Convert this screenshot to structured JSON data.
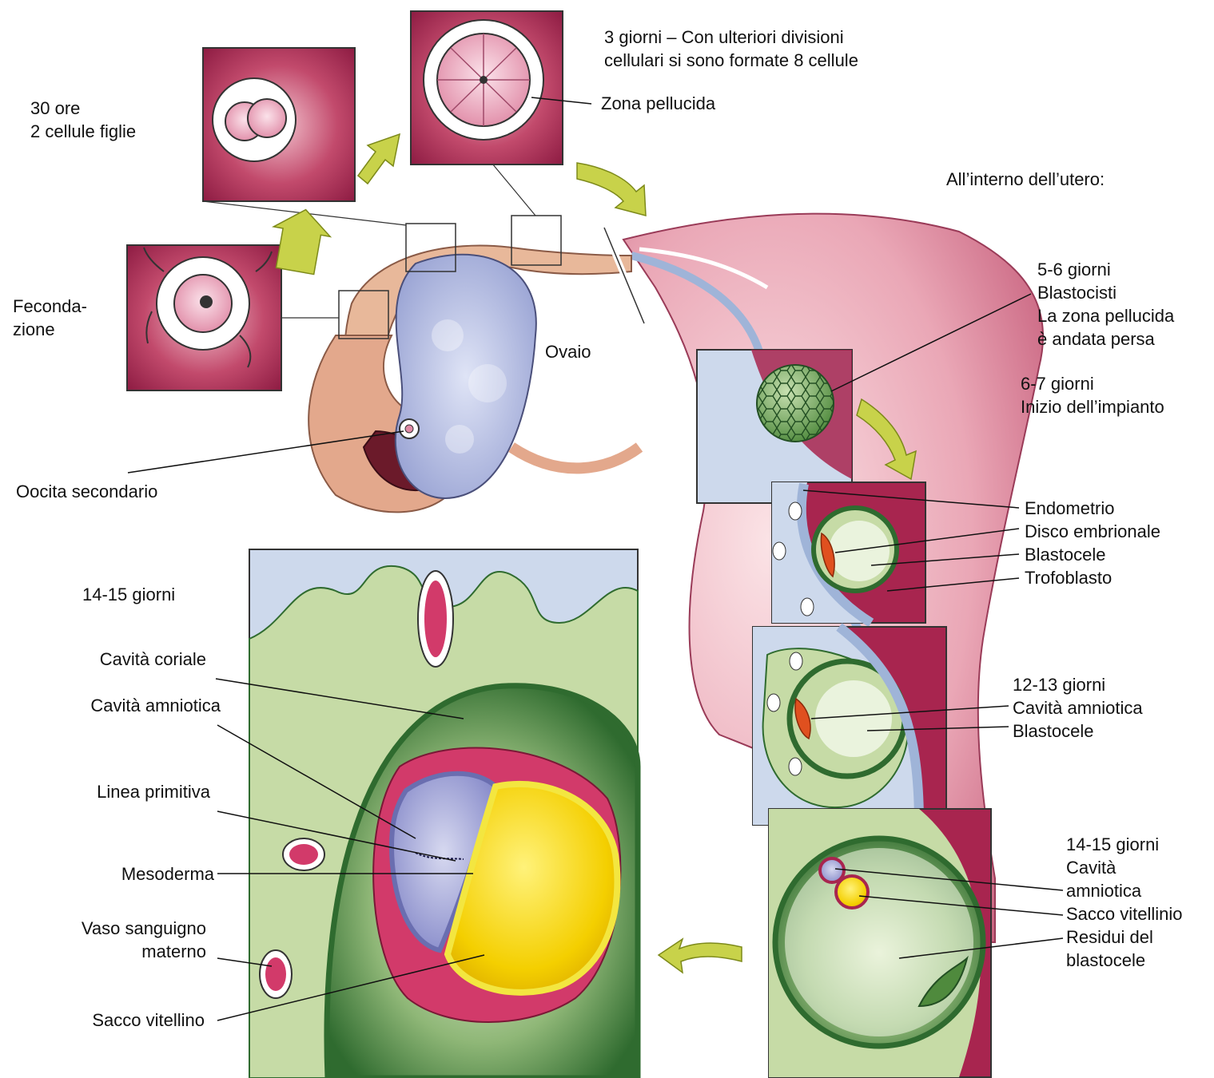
{
  "labels": {
    "ore30": [
      "30 ore",
      "2 cellule figlie"
    ],
    "fecondazione": [
      "Feconda-",
      "zione"
    ],
    "oocita": [
      "Oocita secondario"
    ],
    "giorni3": [
      "3 giorni – Con ulteriori divisioni",
      "cellulari si sono formate 8 cellule"
    ],
    "zona_pellucida": [
      "Zona pellucida"
    ],
    "ovaio": [
      "Ovaio"
    ],
    "utero": [
      "All’interno dell’utero:"
    ],
    "giorni56": [
      "5-6 giorni",
      "Blastocisti",
      "La zona pellucida",
      "è andata persa"
    ],
    "giorni67": [
      "6-7 giorni",
      "Inizio dell’impianto"
    ],
    "endometrio": [
      "Endometrio"
    ],
    "disco": [
      "Disco embrionale"
    ],
    "blastocele1": [
      "Blastocele"
    ],
    "trofoblasto": [
      "Trofoblasto"
    ],
    "giorni1213": [
      "12-13 giorni",
      "Cavità amniotica"
    ],
    "blastocele2": [
      "Blastocele"
    ],
    "giorni1415r": [
      "14-15 giorni",
      "Cavità",
      "amniotica",
      "Sacco vitellinio",
      "Residui del",
      "blastocele"
    ],
    "giorni1415l": [
      "14-15 giorni"
    ],
    "cav_coriale": [
      "Cavità coriale"
    ],
    "cav_amniotica": [
      "Cavità amniotica"
    ],
    "linea": [
      "Linea primitiva"
    ],
    "mesoderma": [
      "Mesoderma"
    ],
    "vaso": [
      "Vaso sanguigno",
      "materno"
    ],
    "sacco": [
      "Sacco vitellino"
    ]
  },
  "colors": {
    "magenta": "#a8254f",
    "pink": "#e4879d",
    "tube": "#e8b89a",
    "ovary": "#aeb6dc",
    "green": "#2f6b2f",
    "lightgreen": "#c6dba6",
    "lightblue": "#cdd9ec",
    "yellow": "#f5d000",
    "arrow": "#c8d24a"
  }
}
